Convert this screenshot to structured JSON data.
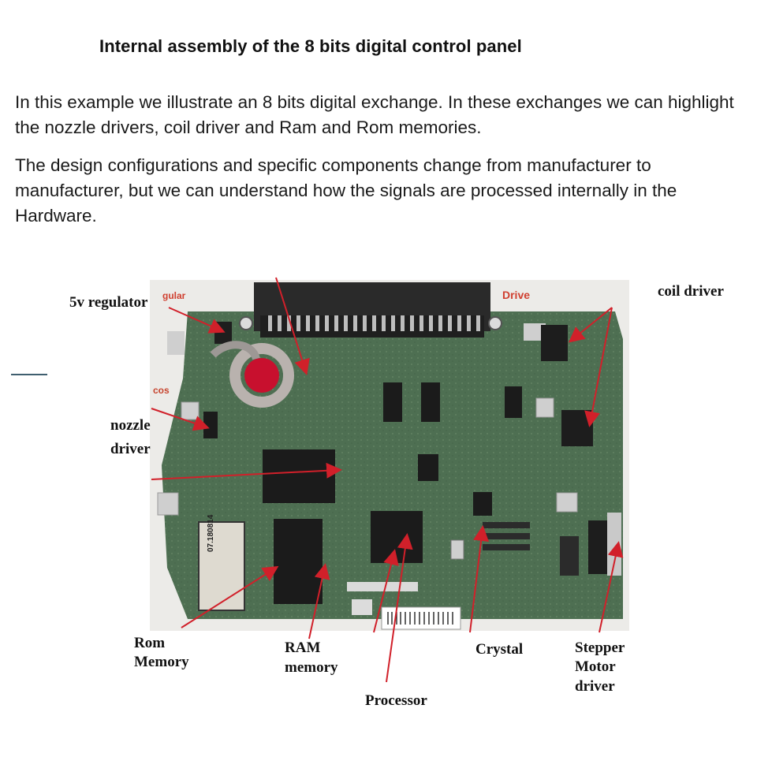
{
  "doc": {
    "title": "Internal assembly of the 8 bits digital control panel",
    "paragraphs": [
      "In this example we illustrate an 8 bits digital exchange. In these exchanges we can highlight the nozzle drivers, coil driver and Ram and Rom memories.",
      "The design configurations and specific components change from manufacturer to manufacturer, but we can understand how the signals are processed internally in the Hardware."
    ]
  },
  "figure": {
    "labels": {
      "regulator": "5v regulator",
      "coil": "coil driver",
      "nozzle_1": "nozzle",
      "nozzle_2": "driver",
      "rom_1": "Rom",
      "rom_2": "Memory",
      "ram_1": "RAM",
      "ram_2": "memory",
      "processor": "Processor",
      "crystal": "Crystal",
      "stepper_1": "Stepper",
      "stepper_2": "Motor",
      "stepper_3": "driver"
    },
    "board_marks": {
      "gular": "gular",
      "drive": "Drive",
      "cos": "cos",
      "chip_code": "07.180814"
    },
    "colors": {
      "board": "#4e6f52",
      "arrow": "#d1202a",
      "chip": "#1b1b1b",
      "connector": "#2a2a2a"
    }
  }
}
